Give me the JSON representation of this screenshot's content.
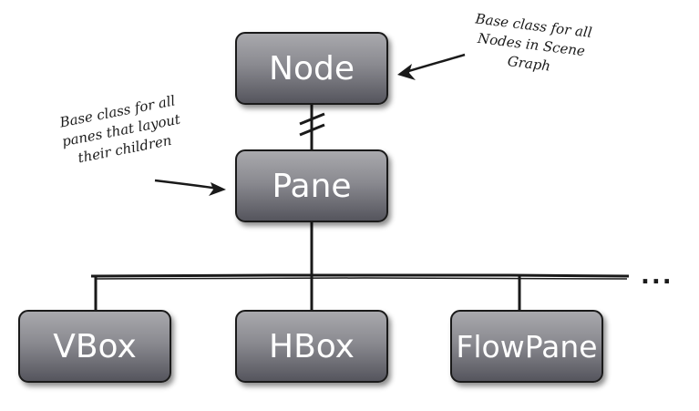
{
  "nodes": {
    "node": "Node",
    "pane": "Pane",
    "vbox": "VBox",
    "hbox": "HBox",
    "flowpane": "FlowPane"
  },
  "annotations": {
    "node_note": [
      "Base class for all",
      "Nodes in Scene",
      "Graph"
    ],
    "pane_note": [
      "Base class for all",
      "panes that layout",
      "their children"
    ]
  },
  "more_children": "...",
  "colors": {
    "box_top": "#a9a9ad",
    "box_bottom": "#55555d",
    "line": "#1a1a1a",
    "text": "#ffffff"
  }
}
